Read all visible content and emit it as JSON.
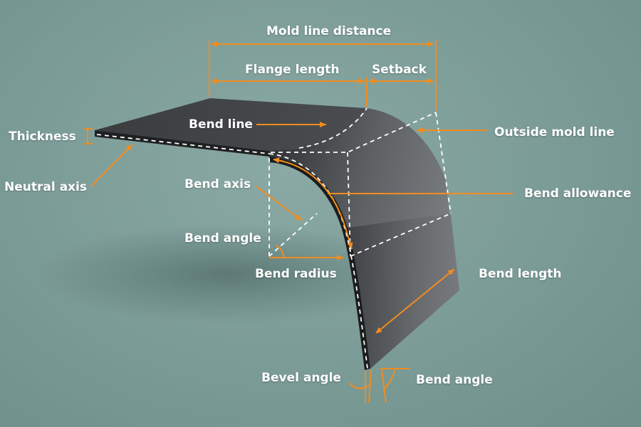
{
  "colors": {
    "background": "#7c9c98",
    "annotation": "#f28c1e",
    "metal_dark": "#2f3133",
    "metal_light": "#6a6d70",
    "label_text": "#ffffff"
  },
  "labels": {
    "mold_line_distance": "Mold line distance",
    "flange_length": "Flange length",
    "setback": "Setback",
    "thickness": "Thickness",
    "bend_line": "Bend line",
    "outside_mold_line": "Outside mold line",
    "neutral_axis": "Neutral axis",
    "bend_axis": "Bend axis",
    "bend_allowance": "Bend allowance",
    "bend_angle_inner": "Bend angle",
    "bend_radius": "Bend radius",
    "bend_length": "Bend length",
    "bevel_angle": "Bevel angle",
    "bend_angle_bottom": "Bend angle"
  }
}
